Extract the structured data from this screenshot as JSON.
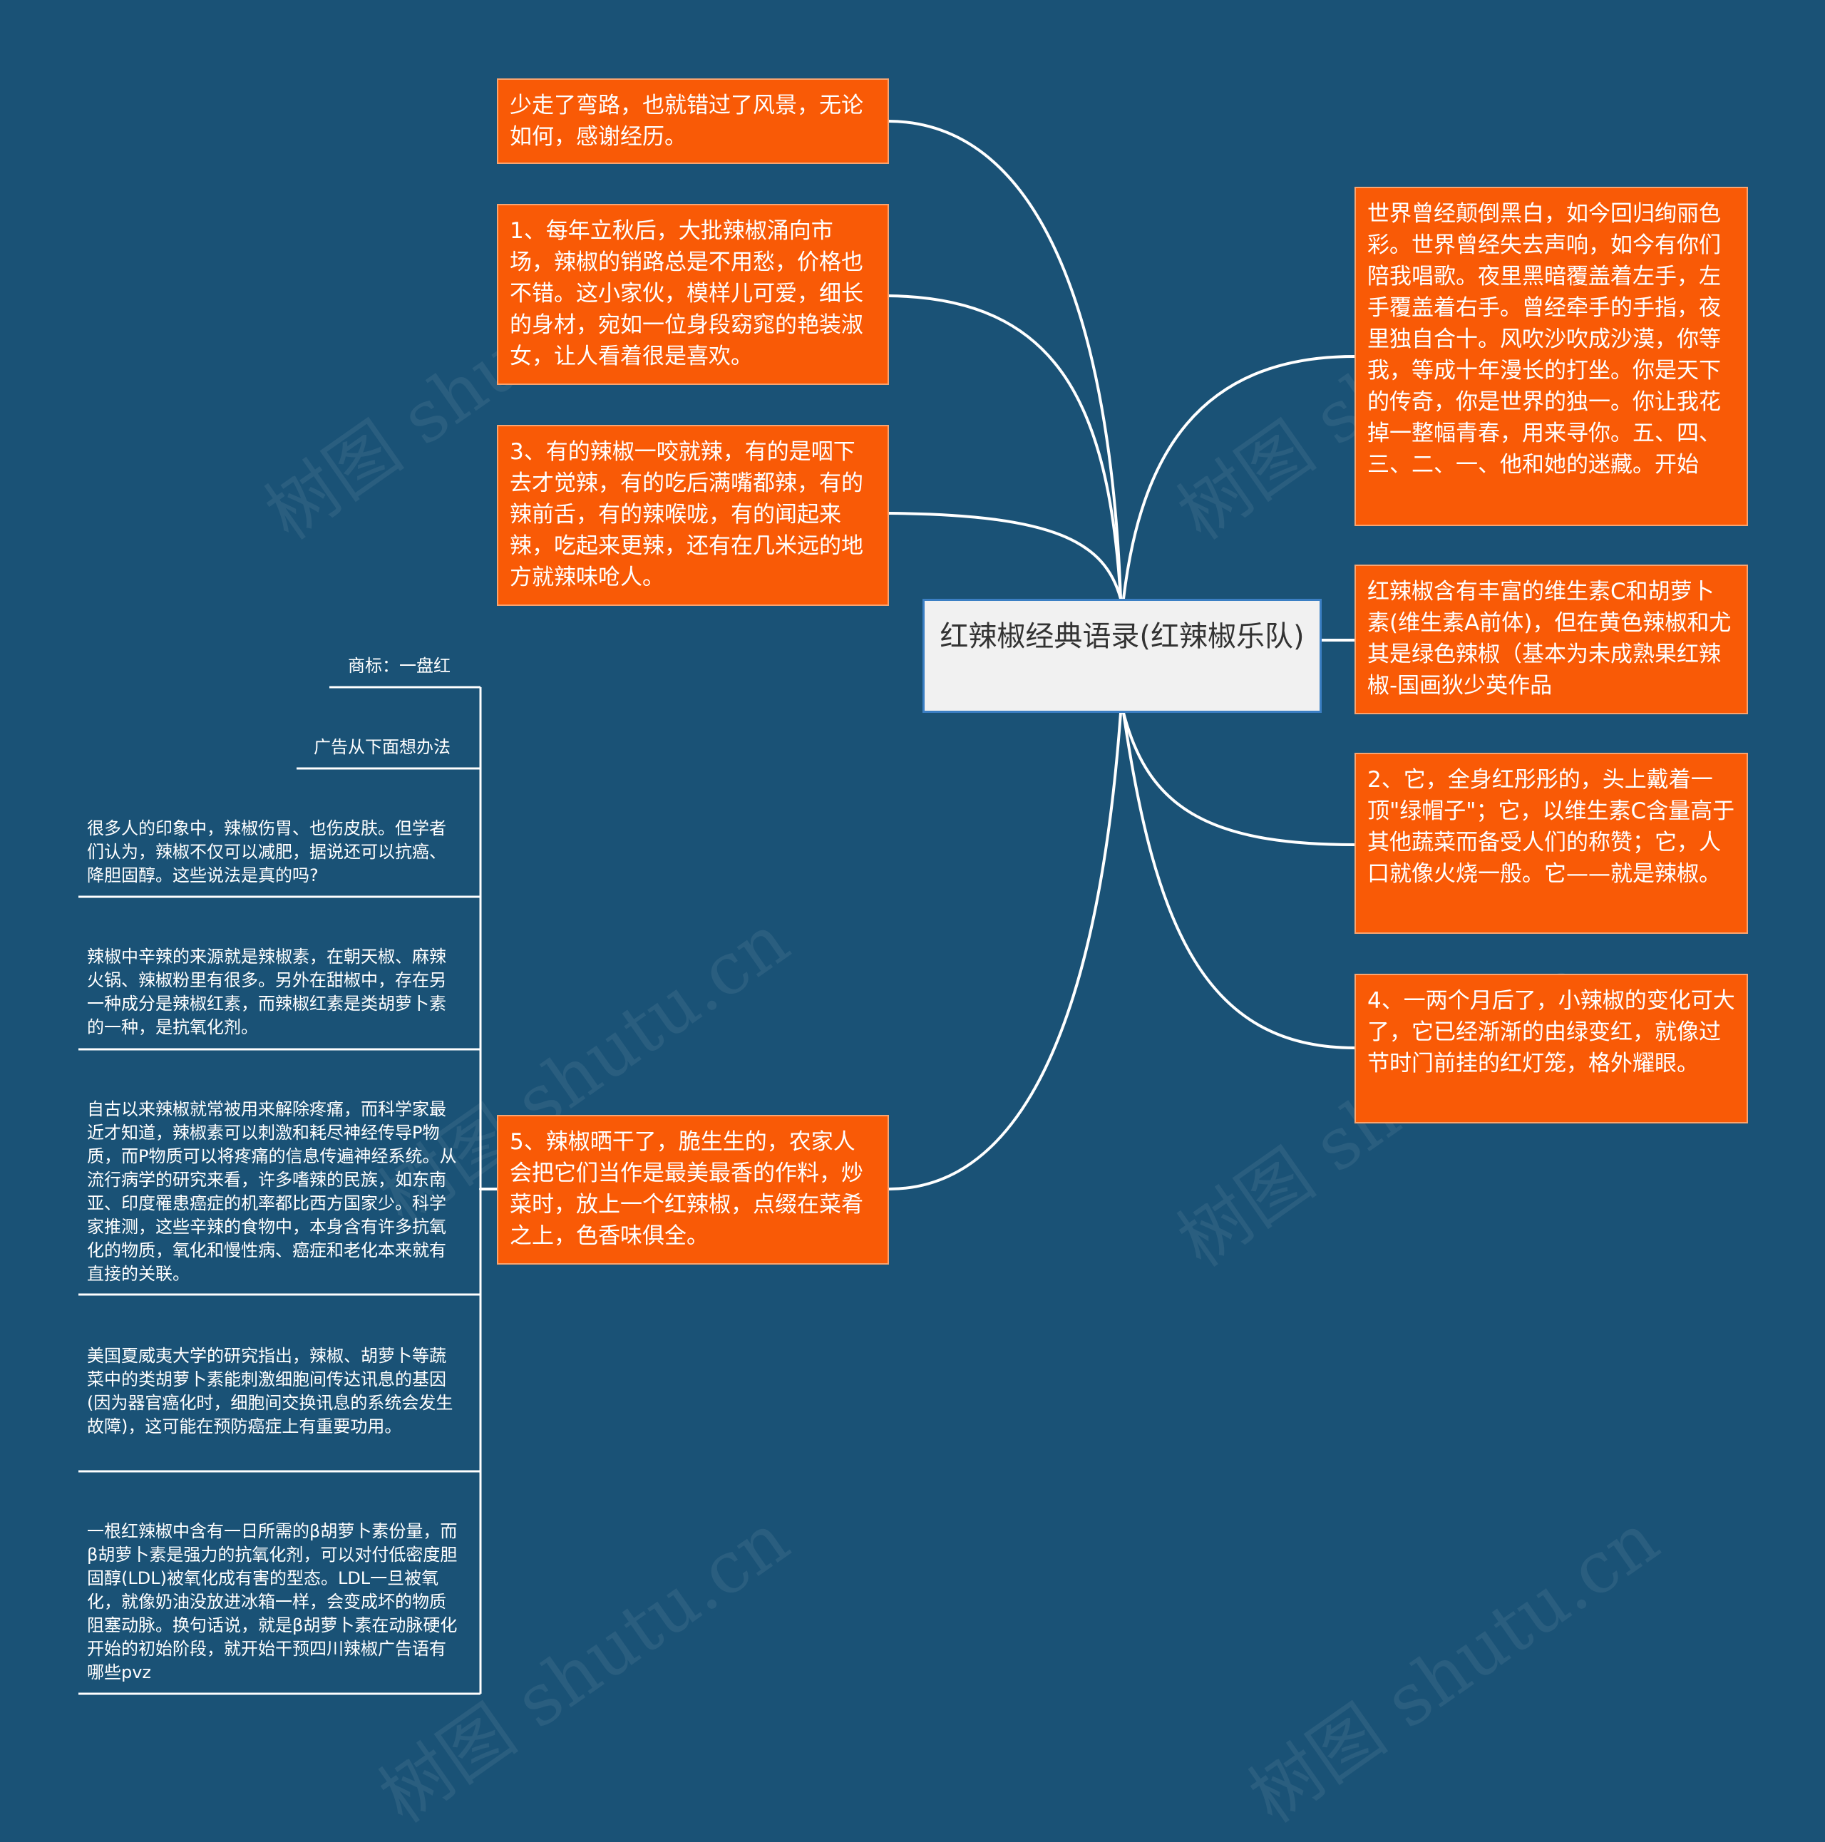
{
  "colors": {
    "background": "#1a5276",
    "node_fill": "#f95a06",
    "node_border": "#f9a470",
    "central_fill": "#f1f1f1",
    "central_border": "#3b7fc4",
    "link": "#ffffff"
  },
  "central": {
    "title": "红辣椒经典语录(红辣椒乐队)"
  },
  "left_nodes": [
    "少走了弯路，也就错过了风景，无论如何，感谢经历。",
    "1、每年立秋后，大批辣椒涌向市场，辣椒的销路总是不用愁，价格也不错。这小家伙，模样儿可爱，细长的身材，宛如一位身段窈窕的艳装淑女，让人看着很是喜欢。",
    "3、有的辣椒一咬就辣，有的是咽下去才觉辣，有的吃后满嘴都辣，有的辣前舌，有的辣喉咙，有的闻起来辣，吃起来更辣，还有在几米远的地方就辣味呛人。",
    "5、辣椒晒干了，脆生生的，农家人会把它们当作是最美最香的作料，炒菜时，放上一个红辣椒，点缀在菜肴之上，色香味俱全。"
  ],
  "right_nodes": [
    "世界曾经颠倒黑白，如今回归绚丽色彩。世界曾经失去声响，如今有你们陪我唱歌。夜里黑暗覆盖着左手，左手覆盖着右手。曾经牵手的手指，夜里独自合十。风吹沙吹成沙漠，你等我，等成十年漫长的打坐。你是天下的传奇，你是世界的独一。你让我花掉一整幅青春，用来寻你。五、四、三、二、一、他和她的迷藏。开始",
    "红辣椒含有丰富的维生素C和胡萝卜素(维生素A前体)，但在黄色辣椒和尤其是绿色辣椒（基本为未成熟果红辣椒-国画狄少英作品",
    "2、它，全身红彤彤的，头上戴着一顶\"绿帽子\"；它，以维生素C含量高于其他蔬菜而备受人们的称赞；它，人口就像火烧一般。它——就是辣椒。",
    "4、一两个月后了，小辣椒的变化可大了，它已经渐渐的由绿变红，就像过节时门前挂的红灯笼，格外耀眼。"
  ],
  "leaf_nodes": [
    "商标：一盘红",
    "广告从下面想办法",
    "很多人的印象中，辣椒伤胃、也伤皮肤。但学者们认为，辣椒不仅可以减肥，据说还可以抗癌、降胆固醇。这些说法是真的吗?",
    "辣椒中辛辣的来源就是辣椒素，在朝天椒、麻辣火锅、辣椒粉里有很多。另外在甜椒中，存在另一种成分是辣椒红素，而辣椒红素是类胡萝卜素的一种，是抗氧化剂。",
    "自古以来辣椒就常被用来解除疼痛，而科学家最近才知道，辣椒素可以刺激和耗尽神经传导P物质，而P物质可以将疼痛的信息传遍神经系统。从流行病学的研究来看，许多嗜辣的民族，如东南亚、印度罹患癌症的机率都比西方国家少。科学家推测，这些辛辣的食物中，本身含有许多抗氧化的物质，氧化和慢性病、癌症和老化本来就有直接的关联。",
    "美国夏威夷大学的研究指出，辣椒、胡萝卜等蔬菜中的类胡萝卜素能刺激细胞间传达讯息的基因(因为器官癌化时，细胞间交换讯息的系统会发生故障)，这可能在预防癌症上有重要功用。",
    "一根红辣椒中含有一日所需的β胡萝卜素份量，而β胡萝卜素是强力的抗氧化剂，可以对付低密度胆固醇(LDL)被氧化成有害的型态。LDL一旦被氧化，就像奶油没放进冰箱一样，会变成坏的物质阻塞动脉。换句话说，就是β胡萝卜素在动脉硬化开始的初始阶段，就开始干预四川辣椒广告语有哪些pvz"
  ],
  "watermark": "树图 shutu.cn"
}
